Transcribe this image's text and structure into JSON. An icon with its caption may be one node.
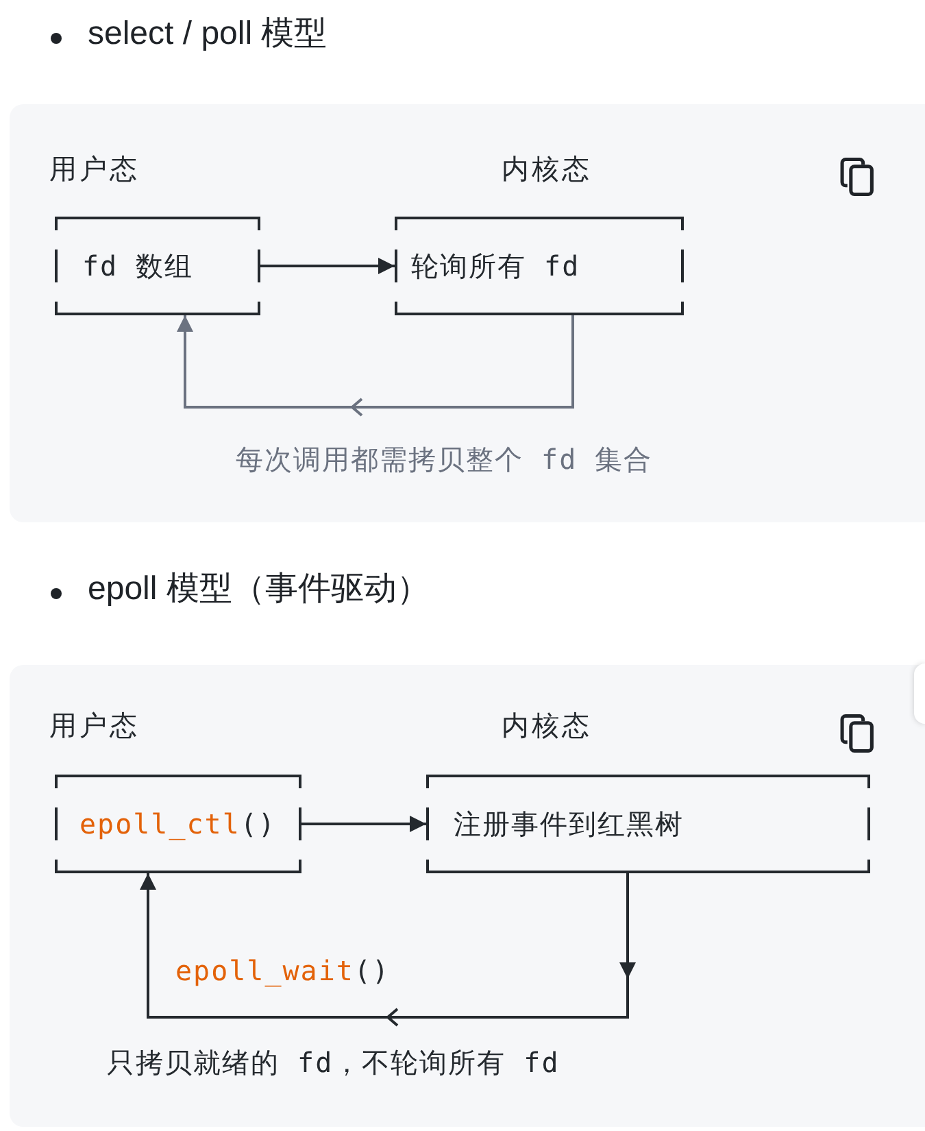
{
  "diagram": {
    "nodes": [
      {
        "text": [
          "fd 数组"
        ]
      },
      {
        "text": [
          "轮询所有 fd"
        ]
      },
      {
        "text": [
          "epoll_ctl()"
        ]
      },
      {
        "text": [
          "注册事件到红黑树"
        ]
      }
    ],
    "edges": [
      {
        "from": 0,
        "to": 1,
        "arrow": "to"
      },
      {
        "from": 1,
        "to": 0,
        "arrow": "to",
        "color": "#6b7280"
      },
      {
        "from": 2,
        "to": 3,
        "arrow": "to"
      },
      {
        "from": 3,
        "to": 2,
        "arrow": "to",
        "label": "epoll_wait()"
      }
    ],
    "labels": [
      "select / poll 模型",
      "用户态",
      "内核态",
      "每次调用都需拷贝整个 fd 集合",
      "epoll 模型（事件驱动）",
      "用户态",
      "内核态",
      "只拷贝就绪的 fd，不轮询所有 fd"
    ]
  }
}
